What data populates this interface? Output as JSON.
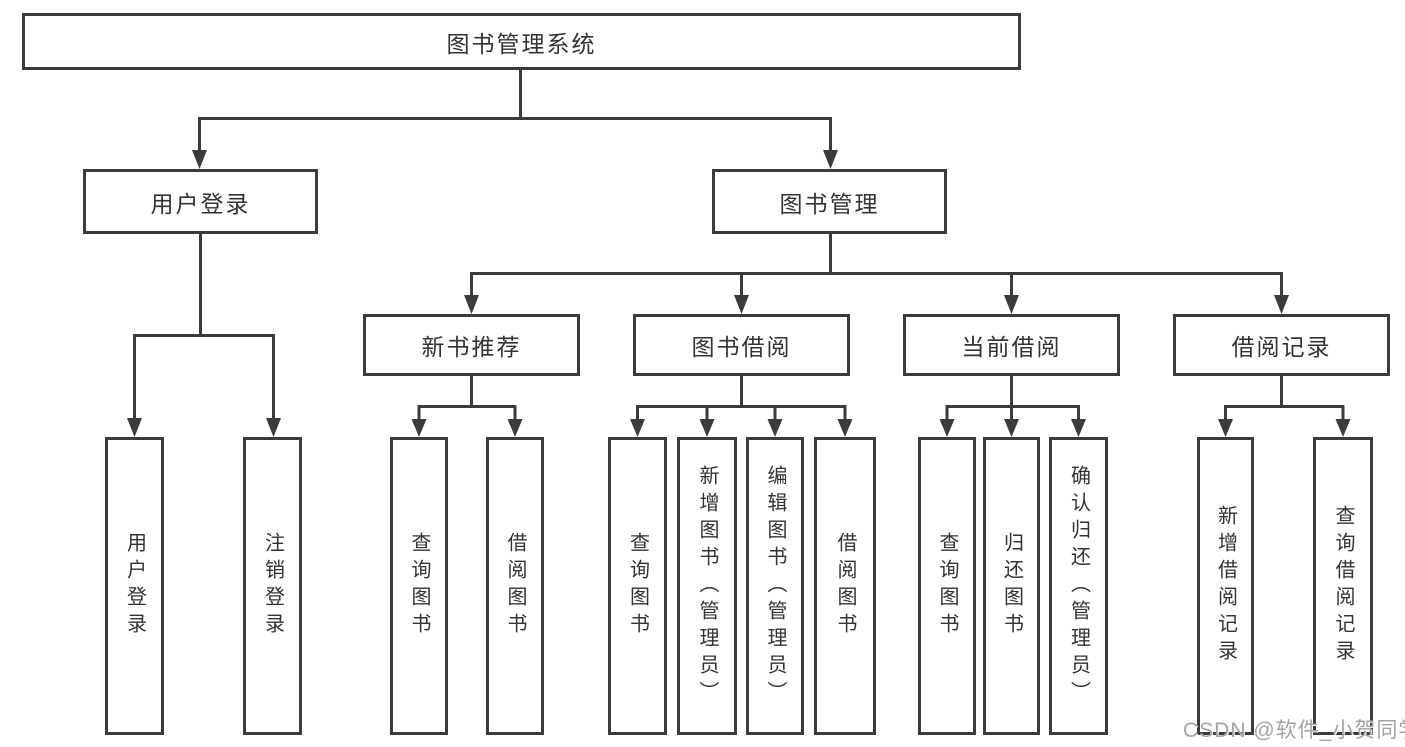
{
  "colors": {
    "line": "#3b3b3b",
    "text": "#333333",
    "watermark": "#a3a3a3",
    "background": "#ffffff"
  },
  "watermark": "CSDN @软件_小贺同学",
  "tree": {
    "root": "图书管理系统",
    "children": [
      {
        "label": "用户登录",
        "children": [
          "用户登录",
          "注销登录"
        ]
      },
      {
        "label": "图书管理",
        "children": [
          {
            "label": "新书推荐",
            "children": [
              "查询图书",
              "借阅图书"
            ]
          },
          {
            "label": "图书借阅",
            "children": [
              "查询图书",
              "新增图书（管理员）",
              "编辑图书（管理员）",
              "借阅图书"
            ]
          },
          {
            "label": "当前借阅",
            "children": [
              "查询图书",
              "归还图书",
              "确认归还（管理员）"
            ]
          },
          {
            "label": "借阅记录",
            "children": [
              "新增借阅记录",
              "查询借阅记录"
            ]
          }
        ]
      }
    ]
  }
}
